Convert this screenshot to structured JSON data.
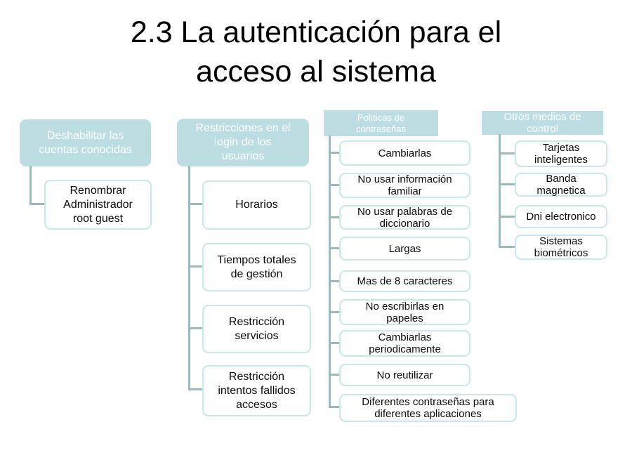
{
  "title": {
    "text": "2.3 La autenticación para el\nacceso al sistema"
  },
  "colors": {
    "background": "#ffffff",
    "header_fill": "#bcdde2",
    "header_text": "#ffffff",
    "child_border": "#c9e6ea",
    "child_fill": "#ffffff",
    "child_text": "#0a0a0a",
    "connector": "#9cb8ba",
    "title_text": "#000000"
  },
  "diagram": {
    "columns": [
      {
        "header": "Deshabilitar las\ncuentas conocidas",
        "children": [
          "Renombrar\nAdministrador\nroot guest"
        ]
      },
      {
        "header": "Restricciones en el\nlogin de los\nusuarios",
        "children": [
          "Horarios",
          "Tiempos totales\nde gestión",
          "Restricción\nservicios",
          "Restricción\nintentos fallidos\naccesos"
        ]
      },
      {
        "header": "Políticas de\ncontraseñas",
        "children": [
          "Cambiarlas",
          "No usar información\nfamiliar",
          "No usar palabras de\ndiccionario",
          "Largas",
          "Mas de 8 caracteres",
          "No escribirlas en\npapeles",
          "Cambiarlas\nperiodicamente",
          "No reutilizar",
          "Diferentes contraseñas para\ndiferentes aplicaciones"
        ]
      },
      {
        "header": "Otros medios de\ncontrol",
        "children": [
          "Tarjetas\ninteligentes",
          "Banda\nmagnetica",
          "Dni electronico",
          "Sistemas\nbiométricos"
        ]
      }
    ]
  }
}
